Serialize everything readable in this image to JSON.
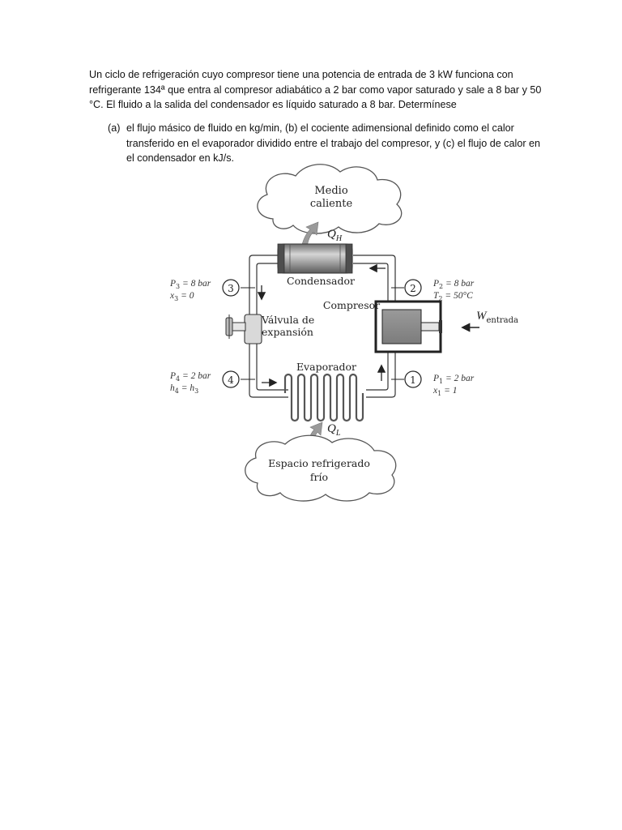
{
  "problem": {
    "intro": "Un ciclo de refrigeración cuyo compresor tiene una potencia de entrada de 3 kW funciona con refrigerante 134ª que entra al compresor adiabático a 2 bar como vapor saturado y sale a 8 bar y 50 °C. El fluido a la salida del condensador es líquido saturado a 8 bar. Determínese",
    "item_marker": "(a)",
    "item_text": "el flujo másico de fluido en kg/min, (b) el cociente adimensional definido como el calor transferido en el evaporador dividido entre el trabajo del compresor, y (c) el flujo de calor en el condensador en kJ/s."
  },
  "diagram": {
    "hot_cloud": {
      "line1": "Medio",
      "line2": "caliente"
    },
    "cold_cloud": {
      "line1": "Espacio refrigerado",
      "line2": "frío"
    },
    "q_h": {
      "symbol": "Q",
      "sub": "H"
    },
    "q_l": {
      "symbol": "Q",
      "sub": "L"
    },
    "condenser_label": "Condensador",
    "compressor_label": "Compresor",
    "valve_label_1": "Válvula de",
    "valve_label_2": "expansión",
    "evaporator_label": "Evaporador",
    "w_in": {
      "symbol": "W",
      "sub": "entrada"
    },
    "states": [
      {
        "num": "1",
        "line1": {
          "var": "P",
          "sub": "1",
          "rest": " = 2 bar"
        },
        "line2": {
          "var": "x",
          "sub": "1",
          "rest": " = 1"
        }
      },
      {
        "num": "2",
        "line1": {
          "var": "P",
          "sub": "2",
          "rest": " = 8 bar"
        },
        "line2": {
          "var": "T",
          "sub": "2",
          "rest": " = 50°C"
        }
      },
      {
        "num": "3",
        "line1": {
          "var": "P",
          "sub": "3",
          "rest": " = 8 bar"
        },
        "line2": {
          "var": "x",
          "sub": "3",
          "rest": " = 0"
        }
      },
      {
        "num": "4",
        "line1": {
          "var": "P",
          "sub": "4",
          "rest": " = 2 bar"
        },
        "line2": {
          "var": "h",
          "sub": "4",
          "rest": " = h",
          "sub2": "3"
        }
      }
    ]
  }
}
